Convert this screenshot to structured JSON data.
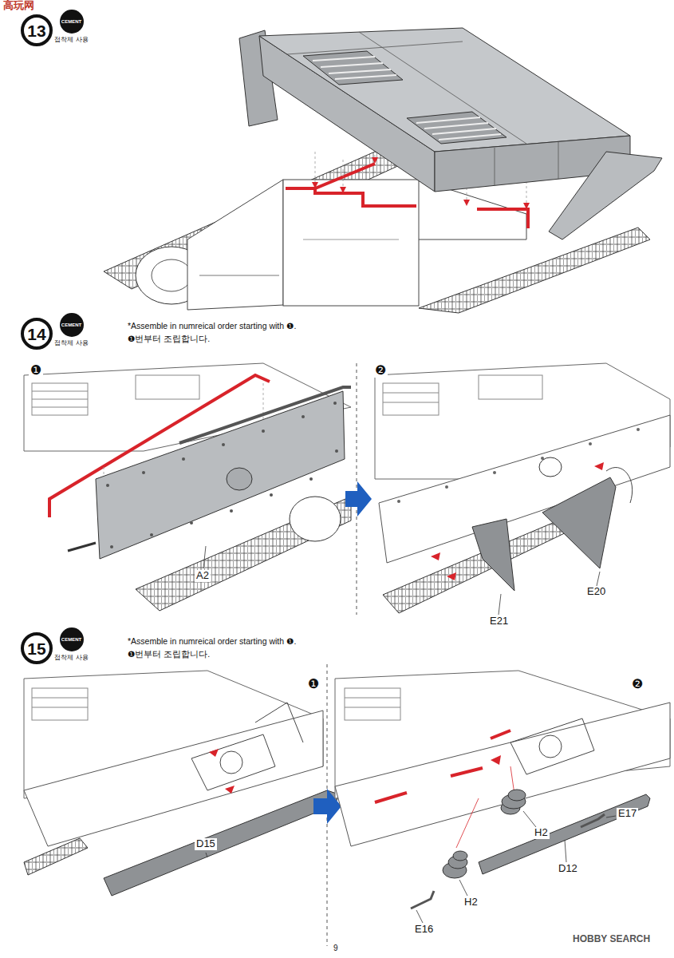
{
  "diagram": {
    "nodes": [
      {
        "text": [
          "13"
        ]
      },
      {
        "text": [
          "CEMENT",
          "접착제 사용"
        ]
      },
      {
        "text": [
          "14"
        ]
      },
      {
        "text": [
          "CEMENT",
          "접착제 사용"
        ]
      },
      {
        "text": [
          "15"
        ]
      },
      {
        "text": [
          "CEMENT",
          "접착제 사용"
        ]
      }
    ],
    "labels": [
      "高玩网",
      "*Assemble in numreical order starting with ❶.",
      "❶번부터 조립합니다.",
      "❶",
      "A2",
      "❷",
      "E21",
      "E20",
      "*Assemble in numreical order starting with ❶.",
      "❶번부터 조립합니다.",
      "❶",
      "D15",
      "❷",
      "E17",
      "H2",
      "D12",
      "H2",
      "E16",
      "9",
      "HOBBY SEARCH"
    ]
  }
}
